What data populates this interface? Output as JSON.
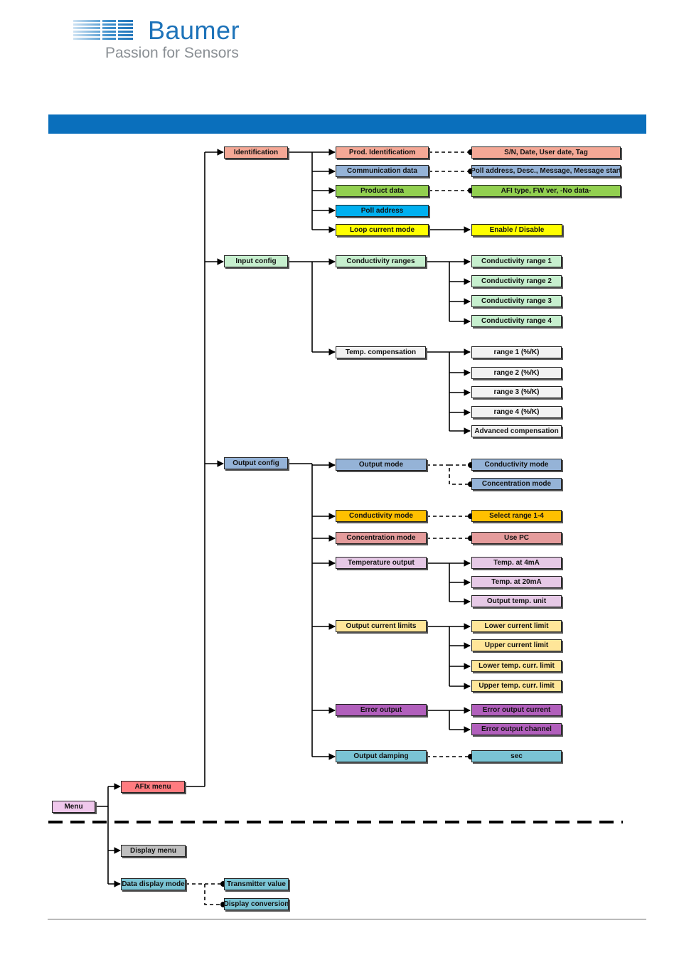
{
  "header": {
    "brand": "Baumer",
    "tagline": "Passion for Sensors"
  },
  "colors": {
    "brand_blue": "#0a6fbc",
    "salmon": "#f4a896",
    "blue": "#95b3d7",
    "green": "#92d050",
    "cyan": "#00b0f0",
    "yellow": "#ffff00",
    "light_green": "#c6efce",
    "white": "#f2f2f2",
    "orange": "#ffc000",
    "rose": "#e59c9c",
    "lavender": "#e6c9e6",
    "light_yellow": "#ffe699",
    "purple": "#b15fbc",
    "teal": "#7ac4d4",
    "pink_menu": "#f0b4e0",
    "red": "#ff7c80",
    "grey": "#bfbfbf"
  },
  "tree": {
    "menu": "Menu",
    "afix_menu": "AFIx menu",
    "display_menu": "Display menu",
    "data_display_mode": "Data display mode",
    "transmitter_value": "Transmitter value",
    "display_conversion": "Display conversion",
    "identification": {
      "label": "Identification",
      "prod_identification": "Prod. Identificatiom",
      "sn_date": "S/N, Date, User date, Tag",
      "communication_data": "Communication data",
      "poll_address_desc": "Poll address, Desc., Message, Message start",
      "product_data": "Product data",
      "afi_type": "AFI type, FW ver,  -No data-",
      "poll_address": "Poll address",
      "loop_current_mode": "Loop current mode",
      "enable_disable": "Enable / Disable"
    },
    "input_config": {
      "label": "Input config",
      "conductivity_ranges": "Conductivity ranges",
      "conductivity_range_1": "Conductivity range 1",
      "conductivity_range_2": "Conductivity range 2",
      "conductivity_range_3": "Conductivity range 3",
      "conductivity_range_4": "Conductivity range 4",
      "temp_compensation": "Temp. compensation",
      "range_1": "range 1  (%/K)",
      "range_2": "range 2  (%/K)",
      "range_3": "range 3  (%/K)",
      "range_4": "range 4  (%/K)",
      "advanced_compensation": "Advanced compensation"
    },
    "output_config": {
      "label": "Output config",
      "output_mode": "Output mode",
      "conductivity_mode_opt": "Conductivity mode",
      "concentration_mode_opt": "Concentration mode",
      "conductivity_mode": "Conductivity mode",
      "select_range": "Select range 1-4",
      "concentration_mode": "Concentration mode",
      "use_pc": "Use PC",
      "temperature_output": "Temperature output",
      "temp_4ma": "Temp. at 4mA",
      "temp_20ma": "Temp. at 20mA",
      "output_temp_unit": "Output temp. unit",
      "output_current_limits": "Output current limits",
      "lower_current_limit": "Lower current limit",
      "upper_current_limit": "Upper current limit",
      "lower_temp_curr_limit": "Lower temp. curr. limit",
      "upper_temp_curr_limit": "Upper temp. curr. limit",
      "error_output": "Error output",
      "error_output_current": "Error output current",
      "error_output_channel": "Error output channel",
      "output_damping": "Output damping",
      "sec": "sec"
    }
  }
}
